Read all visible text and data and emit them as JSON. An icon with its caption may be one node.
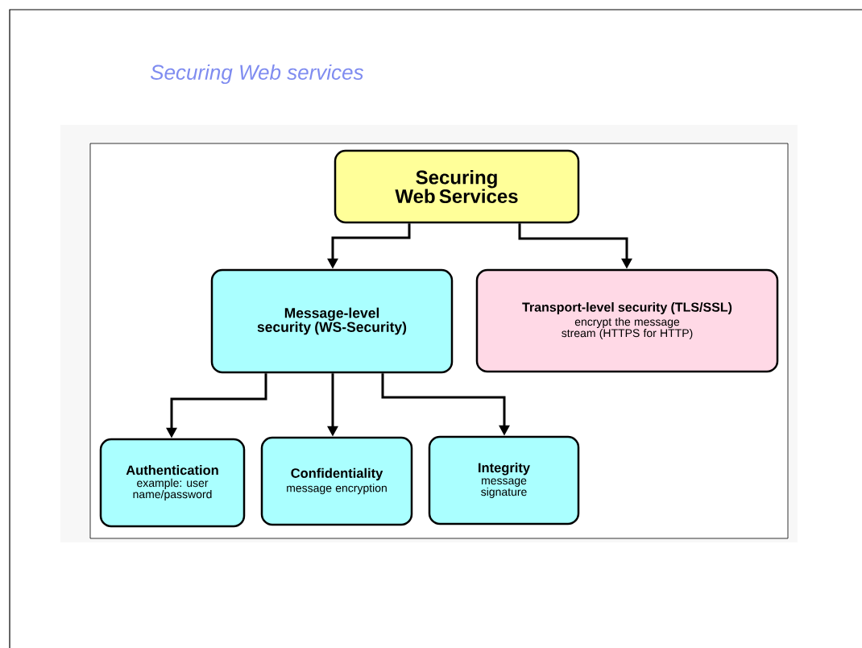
{
  "diagram": {
    "title": "Securing Web services",
    "nodes": [
      {
        "text": [
          "Securing Web Services"
        ]
      },
      {
        "text": [
          "Message-level security (WS-Security)"
        ]
      },
      {
        "text": [
          "Transport-level security (TLS/SSL)",
          "encrypt the  message stream (HTTPS for HTTP)"
        ]
      },
      {
        "text": [
          "Authentication",
          "example: user name/password"
        ]
      },
      {
        "text": [
          "Confidentiality",
          "message encryption"
        ]
      },
      {
        "text": [
          "Integrity",
          "message signature"
        ]
      }
    ],
    "edges": [
      {
        "from": 0,
        "to": 1,
        "arrow": "to"
      },
      {
        "from": 0,
        "to": 2,
        "arrow": "to"
      },
      {
        "from": 1,
        "to": 3,
        "arrow": "to"
      },
      {
        "from": 1,
        "to": 4,
        "arrow": "to"
      },
      {
        "from": 1,
        "to": 5,
        "arrow": "to"
      }
    ]
  }
}
